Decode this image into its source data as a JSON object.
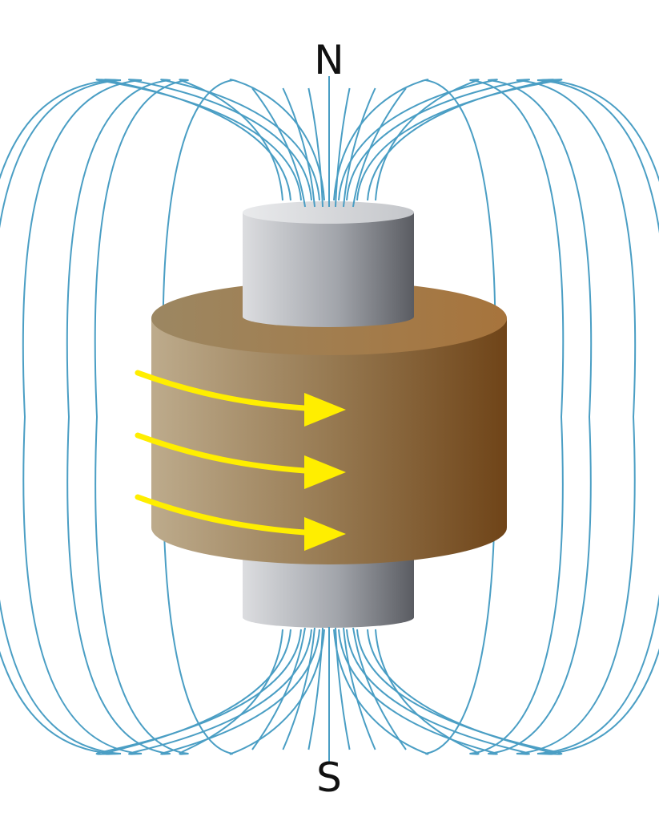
{
  "poles": {
    "north_label": "N",
    "south_label": "S"
  },
  "colors": {
    "field_line": "#4a9ec4",
    "core_light": "#dcdde0",
    "core_dark": "#5a5c62",
    "coil_light": "#bdab8c",
    "coil_dark": "#7a4a1c",
    "arrow": "#ffee00",
    "text": "#111111"
  },
  "arrows": {
    "count": 3,
    "direction": "right"
  },
  "icons": [
    "field-line",
    "iron-core",
    "coil-winding",
    "current-arrow"
  ]
}
